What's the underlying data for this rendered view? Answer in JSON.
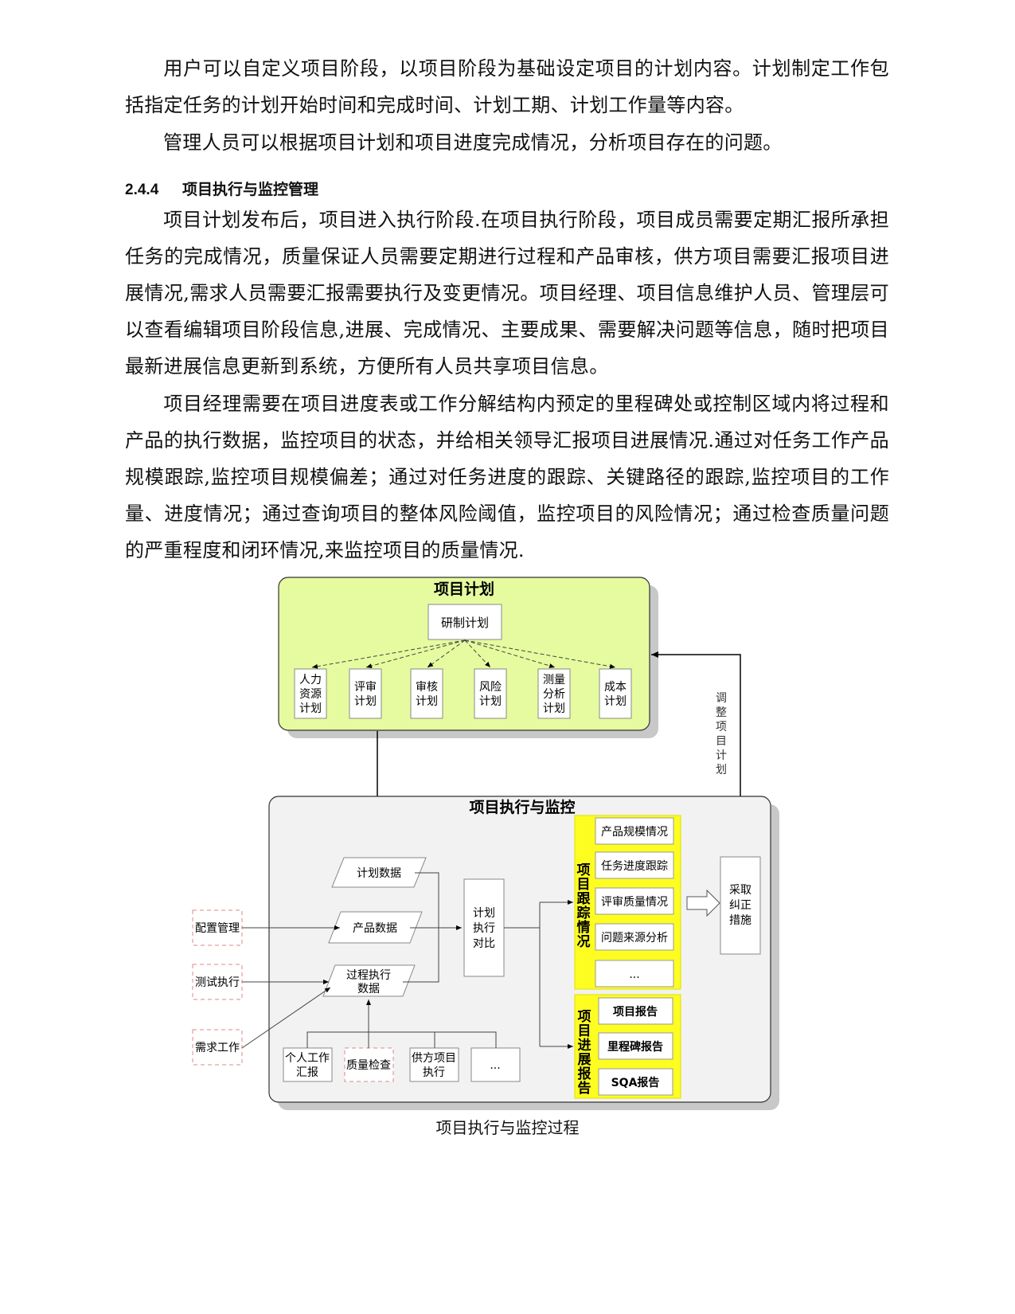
{
  "paragraphs": [
    "用户可以自定义项目阶段，以项目阶段为基础设定项目的计划内容。计划制定工作包括指定任务的计划开始时间和完成时间、计划工期、计划工作量等内容。",
    "管理人员可以根据项目计划和项目进度完成情况，分析项目存在的问题。"
  ],
  "section": {
    "number": "2.4.4",
    "title": "项目执行与监控管理"
  },
  "paragraphs2": [
    "项目计划发布后，项目进入执行阶段.在项目执行阶段，项目成员需要定期汇报所承担任务的完成情况，质量保证人员需要定期进行过程和产品审核，供方项目需要汇报项目进展情况,需求人员需要汇报需要执行及变更情况。项目经理、项目信息维护人员、管理层可以查看编辑项目阶段信息,进展、完成情况、主要成果、需要解决问题等信息，随时把项目最新进展信息更新到系统，方便所有人员共享项目信息。",
    "项目经理需要在项目进度表或工作分解结构内预定的里程碑处或控制区域内将过程和产品的执行数据，监控项目的状态，并给相关领导汇报项目进展情况.通过对任务工作产品规模跟踪,监控项目规模偏差；通过对任务进度的跟踪、关键路径的跟踪,监控项目的工作量、进度情况；通过查询项目的整体风险阈值，监控项目的风险情况；通过检查质量问题的严重程度和闭环情况,来监控项目的质量情况."
  ],
  "diagram": {
    "plan_title": "项目计划",
    "plan_root": "研制计划",
    "plan_children": [
      "人力\n资源\n计划",
      "评审\n计划",
      "审核\n计划",
      "风险\n计划",
      "测量\n分析\n计划",
      "成本\n计划"
    ],
    "adjust_label": "调整项目计划",
    "exec_title": "项目执行与监控",
    "data_items": [
      "计划数据",
      "产品数据",
      "过程执行\n数据"
    ],
    "compare": "计划\n执行\n对比",
    "external_inputs": [
      "配置管理",
      "测试执行",
      "需求工作"
    ],
    "bottom_inputs": [
      "个人工作\n汇报",
      "质量检查",
      "供方项目\n执行",
      "..."
    ],
    "tracking_label": "项目跟踪情况",
    "tracking_items": [
      "产品规模情况",
      "任务进度跟踪",
      "评审质量情况",
      "问题来源分析",
      "..."
    ],
    "report_label": "项目进展报告",
    "report_items": [
      "项目报告",
      "里程碑报告",
      "SQA报告"
    ],
    "corrective": "采取\n纠正\n措施",
    "colors": {
      "plan_bg": "#e6fb9f",
      "exec_bg": "#f2f2f2",
      "highlight": "#fdfd22"
    }
  },
  "caption": "项目执行与监控过程"
}
